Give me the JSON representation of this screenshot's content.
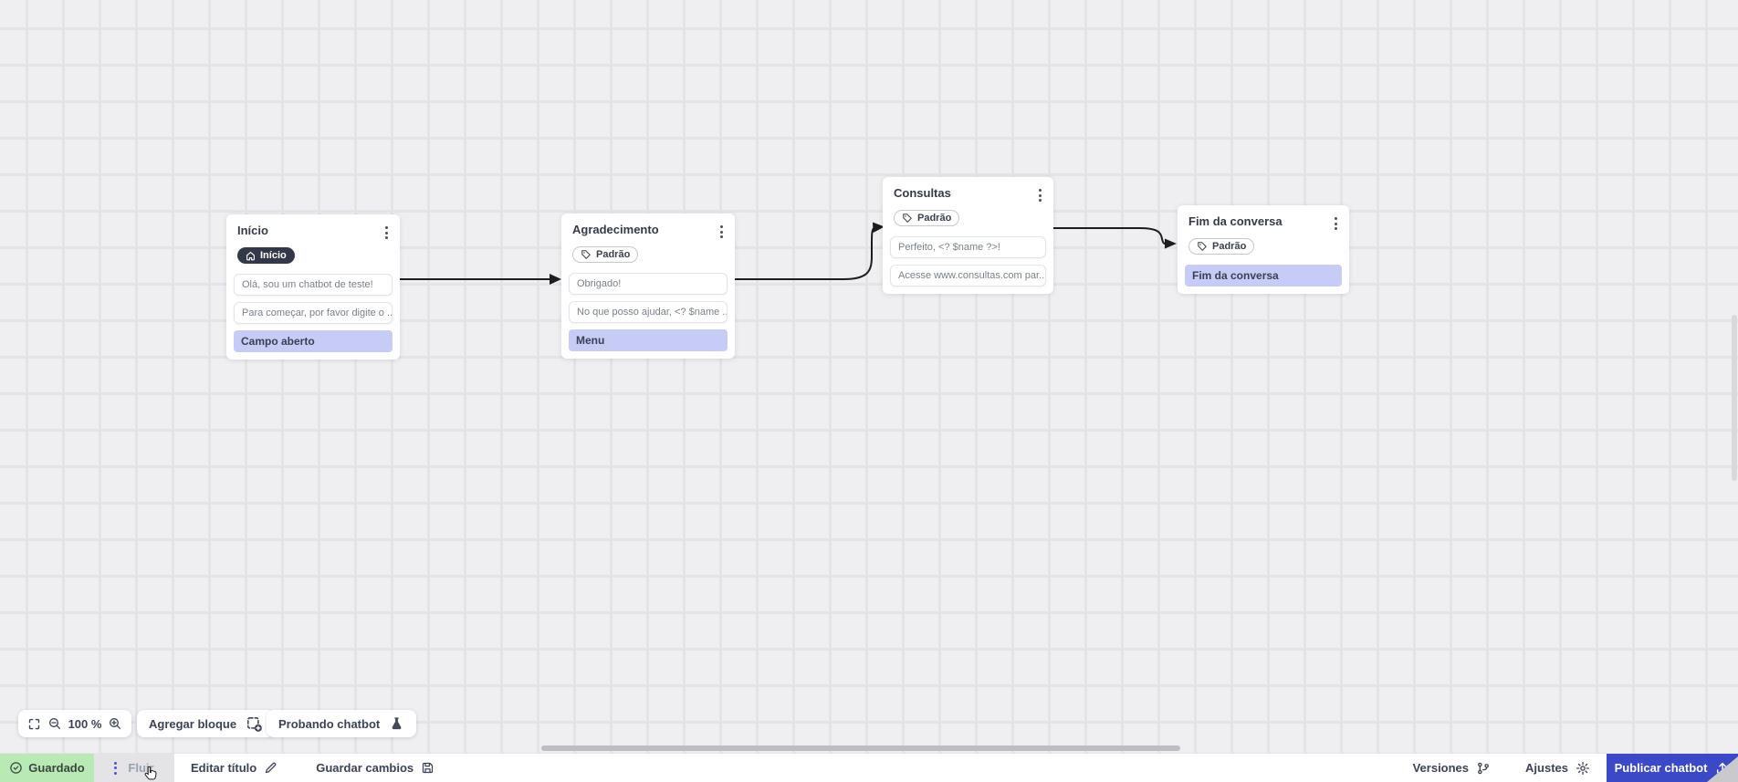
{
  "colors": {
    "accent_blue": "#3c49c6",
    "saved_green_bg": "#b9e9b4",
    "lavender_output": "#c6ccf6",
    "dark_badge": "#333848",
    "canvas_bg": "#efeff1"
  },
  "nodes": [
    {
      "title": "Início",
      "badge": "Início",
      "badge_icon": "home-icon",
      "messages": [
        "Olá, sou um chatbot de teste!",
        "Para começar, por favor digite o ..."
      ],
      "outputs": [
        "Campo aberto"
      ]
    },
    {
      "title": "Agradecimento",
      "badge": "Padrão",
      "badge_icon": "tag-icon",
      "messages": [
        "Obrigado!",
        "No que posso ajudar, <? $name ..."
      ],
      "outputs": [
        "Menu"
      ]
    },
    {
      "title": "Consultas",
      "badge": "Padrão",
      "badge_icon": "tag-icon",
      "messages": [
        "Perfeito, <? $name ?>!",
        "Acesse www.consultas.com par..."
      ],
      "outputs": []
    },
    {
      "title": "Fim da conversa",
      "badge": "Padrão",
      "badge_icon": "tag-icon",
      "messages": [],
      "outputs": [
        "Fim da conversa"
      ]
    }
  ],
  "toolbar": {
    "zoom_level": "100 %",
    "add_block": "Agregar bloque",
    "test_chatbot": "Probando chatbot"
  },
  "statusbar": {
    "saved": "Guardado",
    "flow_tab": "Fluir",
    "edit_title": "Editar título",
    "save_changes": "Guardar cambios",
    "versions": "Versiones",
    "settings": "Ajustes",
    "publish": "Publicar chatbot"
  }
}
